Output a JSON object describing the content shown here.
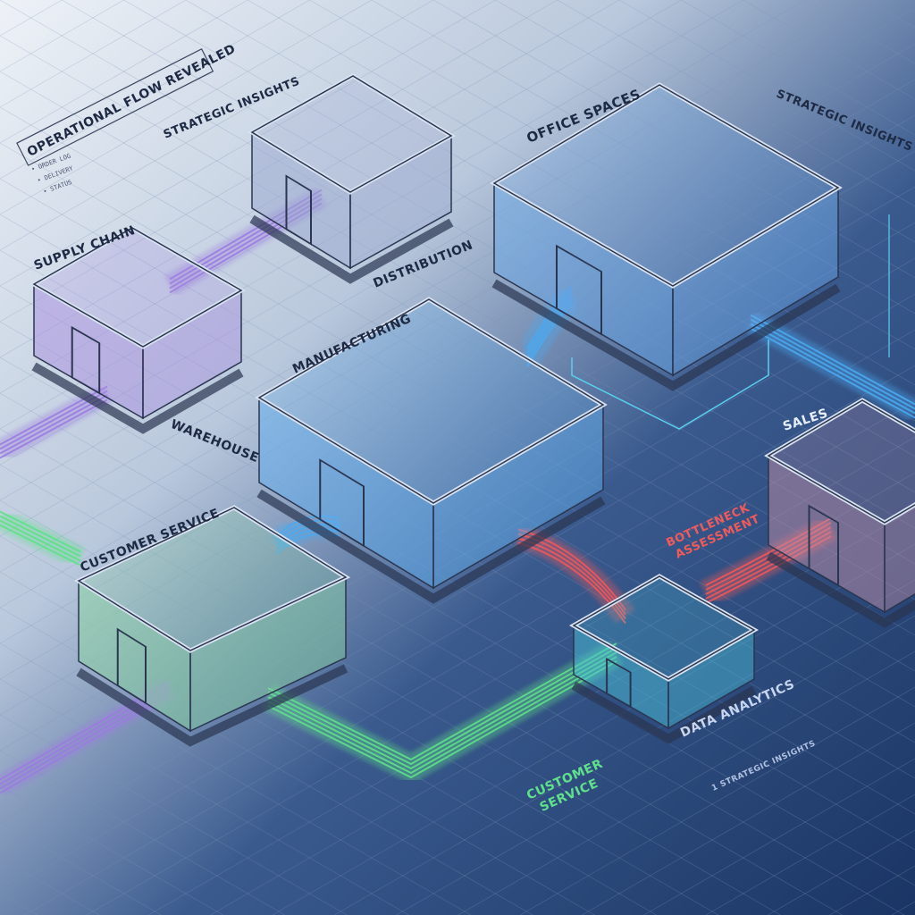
{
  "title": "OPERATIONAL FLOW REVEALED",
  "title_notes": [
    "• ORDER LOG",
    "• DELIVERY",
    "• STATUS"
  ],
  "annotations": {
    "strategic_insights_top_left": "STRATEGIC INSIGHTS",
    "strategic_insights_top_right": "STRATEGIC INSIGHTS",
    "strategic_insights_bottom": "1 STRATEGIC INSIGHTS",
    "bottleneck": [
      "BOTTLENECK",
      "ASSESSMENT"
    ],
    "customer_service_flow": [
      "CUSTOMER",
      "SERVICE"
    ]
  },
  "departments": [
    {
      "id": "supply-chain",
      "label": "SUPPLY CHAIN"
    },
    {
      "id": "warehouse",
      "label": "WAREHOUSE"
    },
    {
      "id": "distribution",
      "label": "DISTRIBUTION"
    },
    {
      "id": "office-spaces",
      "label": "OFFICE SPACES"
    },
    {
      "id": "manufacturing",
      "label": "MANUFACTURING"
    },
    {
      "id": "sales",
      "label": "SALES"
    },
    {
      "id": "customer-service",
      "label": "CUSTOMER SERVICE"
    },
    {
      "id": "data-analytics",
      "label": "DATA ANALYTICS"
    }
  ],
  "colors": {
    "bg_light": "#e3e9f1",
    "bg_dark": "#1c3868",
    "purple_flow": "#9b7be0",
    "blue_flow": "#4aa8f0",
    "green_flow": "#5fe08a",
    "red_flow": "#f0585a",
    "outline": "#2a3550"
  }
}
